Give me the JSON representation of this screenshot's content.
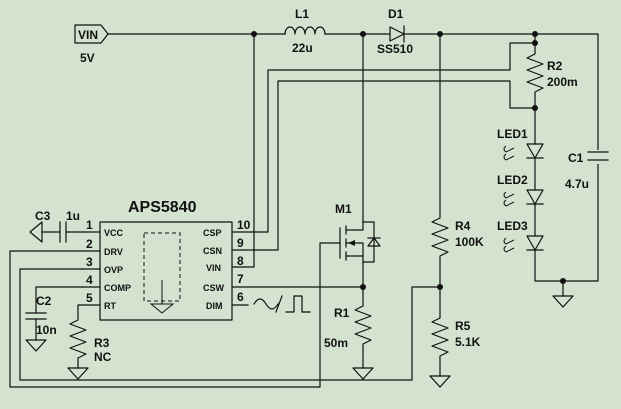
{
  "power": {
    "port_label": "VIN",
    "voltage": "5V"
  },
  "inductor": {
    "ref": "L1",
    "value": "22u"
  },
  "diode": {
    "ref": "D1",
    "value": "SS510"
  },
  "ic": {
    "name": "APS5840",
    "pins": [
      {
        "num": "1",
        "name": "VCC"
      },
      {
        "num": "2",
        "name": "DRV"
      },
      {
        "num": "3",
        "name": "OVP"
      },
      {
        "num": "4",
        "name": "COMP"
      },
      {
        "num": "5",
        "name": "RT"
      },
      {
        "num": "10",
        "name": "CSP"
      },
      {
        "num": "9",
        "name": "CSN"
      },
      {
        "num": "8",
        "name": "VIN"
      },
      {
        "num": "7",
        "name": "CSW"
      },
      {
        "num": "6",
        "name": "DIM"
      }
    ]
  },
  "capacitors": {
    "c3": {
      "ref": "C3",
      "value": "1u"
    },
    "c2": {
      "ref": "C2",
      "value": "10n"
    },
    "c1": {
      "ref": "C1",
      "value": "4.7u"
    }
  },
  "resistors": {
    "r1": {
      "ref": "R1",
      "value": "50m"
    },
    "r2": {
      "ref": "R2",
      "value": "200m"
    },
    "r3": {
      "ref": "R3",
      "value": "NC"
    },
    "r4": {
      "ref": "R4",
      "value": "100K"
    },
    "r5": {
      "ref": "R5",
      "value": "5.1K"
    }
  },
  "mosfet": {
    "ref": "M1"
  },
  "leds": [
    {
      "ref": "LED1"
    },
    {
      "ref": "LED2"
    },
    {
      "ref": "LED3"
    }
  ],
  "colors": {
    "background": "#d4e2d0",
    "ink": "#111111"
  },
  "icons": [
    "gnd-icon",
    "pwm-signal-icon",
    "sine-signal-icon"
  ]
}
